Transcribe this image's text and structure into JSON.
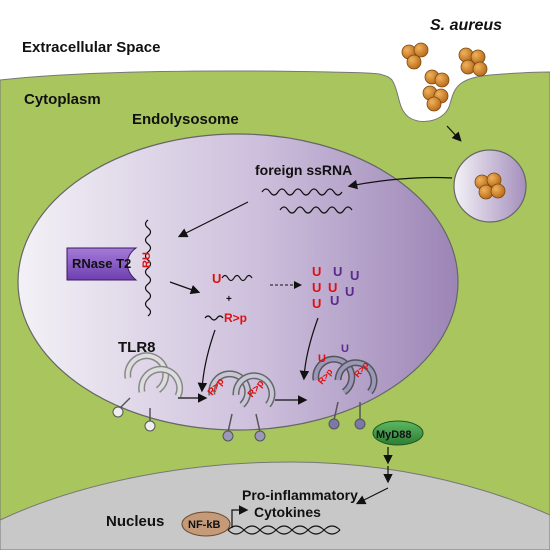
{
  "labels": {
    "extracellular": "Extracellular Space",
    "s_aureus": "S. aureus",
    "cytoplasm": "Cytoplasm",
    "endolysosome": "Endolysosome",
    "foreign_ssrna": "foreign ssRNA",
    "rnase_t2": "RNase T2",
    "ru": "RU",
    "u": "U",
    "plus": "+",
    "r_p": "R>p",
    "r_p_small": "R>p",
    "tlr8": "TLR8",
    "myd88": "MyD88",
    "nucleus": "Nucleus",
    "nfkb": "NF-kB",
    "pro_inflammatory": "Pro-inflammatory",
    "cytokines": "Cytokines"
  },
  "colors": {
    "cytoplasm": "#a9c65e",
    "endolysosome_light": "#f0edf4",
    "endolysosome_dark": "#9e86b8",
    "nucleus": "#c4c4c4",
    "bacteria": "#d68a2a",
    "rnase": "#8b5cc4",
    "myd88": "#3f9a45",
    "nfkb": "#c49a78",
    "red_u": "#e01010",
    "purple_u": "#5a2a8c"
  }
}
